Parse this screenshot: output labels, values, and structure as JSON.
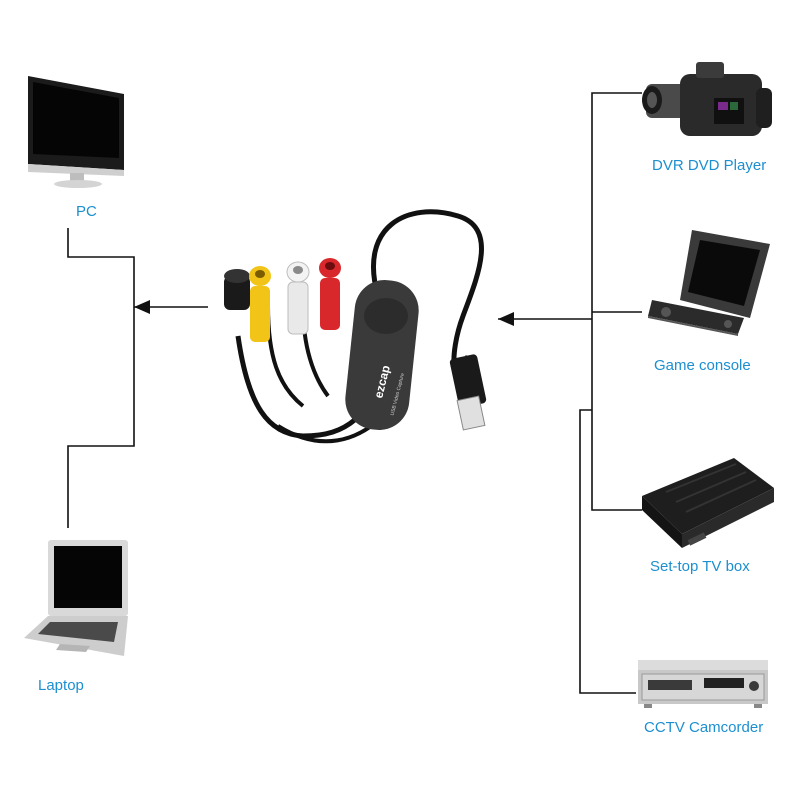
{
  "devices": {
    "left": {
      "pc": "PC",
      "laptop": "Laptop"
    },
    "right": {
      "dvr": "DVR DVD Player",
      "game": "Game console",
      "settop": "Set-top TV box",
      "cctv": "CCTV Camcorder"
    }
  },
  "capture_device": {
    "brand": "ezcap",
    "subtitle": "USB Video Capture"
  },
  "colors": {
    "label": "#1c8fd0",
    "line": "#111111",
    "cable_yellow": "#f2c417",
    "cable_red": "#d8282c",
    "cable_white": "#e9e9e9"
  }
}
